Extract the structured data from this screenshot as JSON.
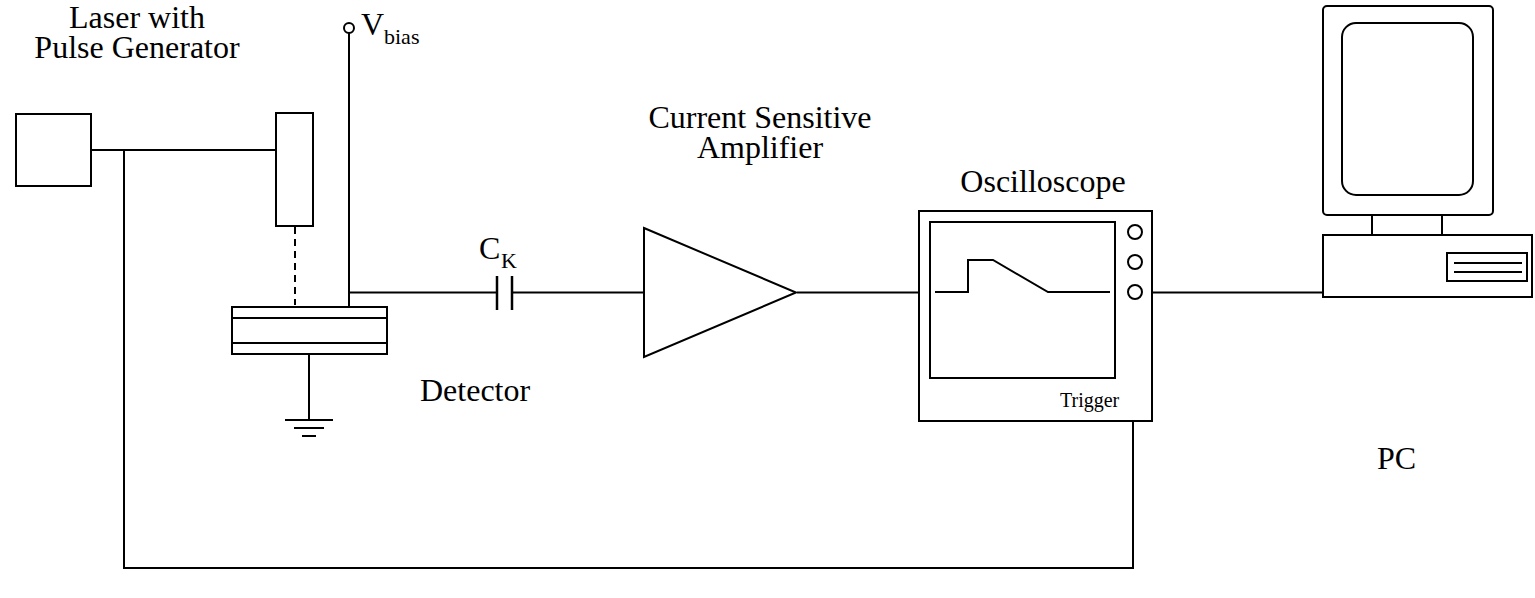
{
  "diagram": {
    "nodes": [
      {
        "text": [
          "Laser with Pulse Generator"
        ]
      },
      {
        "text": [
          "Detector"
        ]
      },
      {
        "text": [
          "Current Sensitive Amplifier"
        ]
      },
      {
        "text": [
          "Oscilloscope",
          "Trigger"
        ]
      },
      {
        "text": [
          "PC"
        ]
      }
    ],
    "edges": [
      {
        "from": 0,
        "to": 3,
        "arrow": "none"
      },
      {
        "from": 1,
        "to": 2,
        "arrow": "none"
      },
      {
        "from": 2,
        "to": 3,
        "arrow": "none"
      },
      {
        "from": 3,
        "to": 4,
        "arrow": "none"
      }
    ],
    "labels": [
      "V",
      "bias",
      "C",
      "K"
    ]
  }
}
